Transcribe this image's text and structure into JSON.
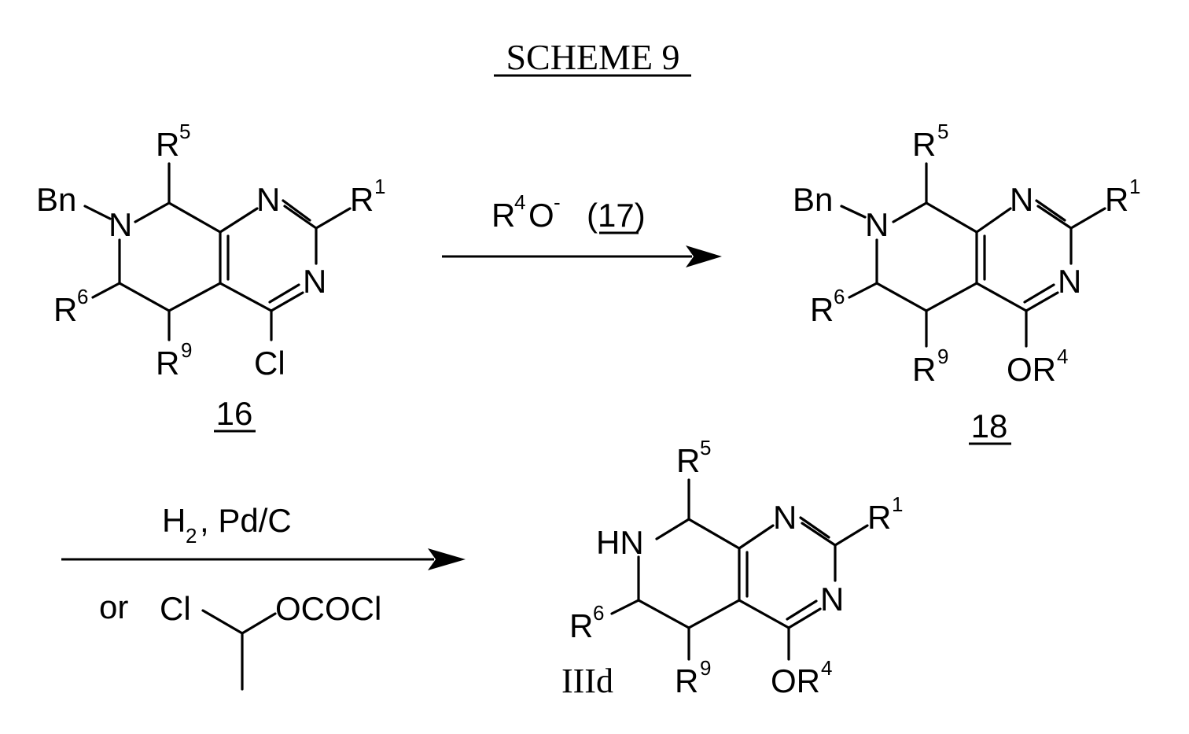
{
  "scheme": {
    "title": "SCHEME 9"
  },
  "atoms": {
    "bn": "Bn",
    "n": "N",
    "hn": "HN",
    "r": "R",
    "cl": "Cl",
    "or": "OR"
  },
  "superscripts": {
    "one": "1",
    "four": "4",
    "five": "5",
    "six": "6",
    "nine": "9"
  },
  "compounds": {
    "c16": {
      "label": "16"
    },
    "c18": {
      "label": "18"
    },
    "c3": {
      "label": "IIId"
    }
  },
  "reaction1": {
    "reagent_r": "R",
    "reagent_sup": "4",
    "reagent_o": "O",
    "reagent_charge": "-",
    "reagent_ref": "(17)",
    "reagent_ref_num": "17"
  },
  "reaction2": {
    "h": "H",
    "h_sub": "2",
    "catalyst": ", Pd/C",
    "or": "or",
    "cl_left": "Cl",
    "ococl": "OCOCl"
  }
}
